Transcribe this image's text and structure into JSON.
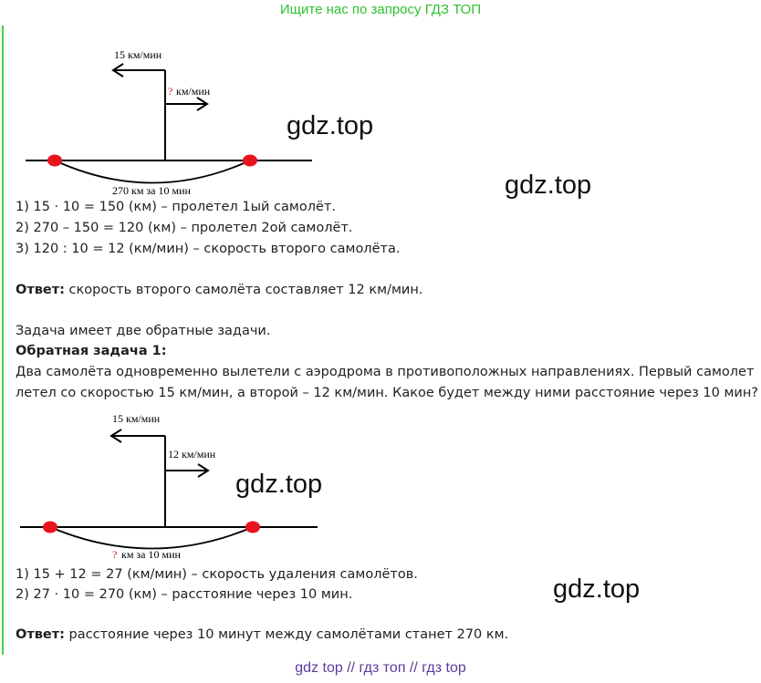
{
  "banner": "Ищите нас по запросу ГДЗ ТОП",
  "diagram1": {
    "top_speed": "15 км/мин",
    "unknown_mark": "?",
    "side_speed": "км/мин",
    "bottom_label": "270 км за 10 мин"
  },
  "watermarks": [
    "gdz.top",
    "gdz.top",
    "gdz.top",
    "gdz.top"
  ],
  "solution1": {
    "line1": "1) 15  ·  10 = 150 (км) – пролетел 1ый самолёт.",
    "line2": "2) 270 – 150 = 120 (км) – пролетел 2ой самолёт.",
    "line3": "3) 120 : 10 = 12 (км/мин) – скорость второго самолёта."
  },
  "answer1": {
    "label": "Ответ:",
    "text": " скорость второго самолёта составляет 12 км/мин."
  },
  "intro": "Задача имеет две обратные задачи.",
  "inverse1_title": "Обратная задача 1:",
  "inverse1_text": {
    "line1": "Два самолёта одновременно вылетели с аэродрома в противоположных направлениях. Первый самолет",
    "line2": "летел со скоростью 15 км/мин, а второй – 12 км/мин. Какое будет между ними расстояние через 10 мин?"
  },
  "diagram2": {
    "top_speed": "15 км/мин",
    "side_speed": "12 км/мин",
    "unknown_mark": "?",
    "bottom_label": "км за 10 мин"
  },
  "solution2": {
    "line1": "1) 15 + 12 = 27 (км/мин) – скорость удаления самолётов.",
    "line2": "2) 27  ·  10 = 270 (км) – расстояние через 10 мин."
  },
  "answer2": {
    "label": "Ответ:",
    "text": " расстояние через 10 минут между самолётами станет 270 км."
  },
  "footer": "gdz top  //  гдз топ  //  гдз top",
  "colors": {
    "banner": "#2ec12e",
    "point": "#e8141c",
    "question": "#cc2222",
    "footer": "#5a3d9e"
  }
}
